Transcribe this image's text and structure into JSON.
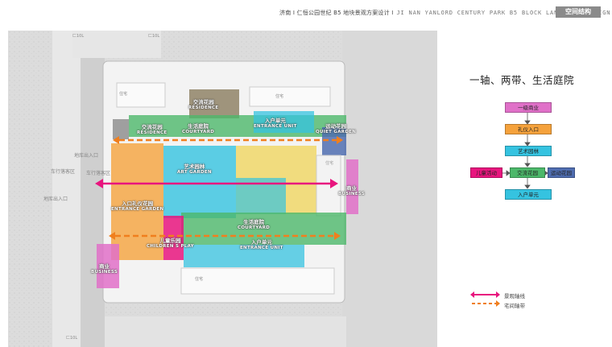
{
  "header": {
    "title_cn": "济南 I 仁恒公园世纪 B5 地块景观方案设计 I",
    "title_en": "JI NAN YANLORD CENTURY PARK B5 BLOCK LANDSCAPE DESIGN",
    "tag": "空间结构"
  },
  "diagram_title": "一轴、两带、生活庭院",
  "zones": [
    {
      "cn": "交流花园",
      "en": "RESIDENCE"
    },
    {
      "cn": "交流花园",
      "en": "RESIDENCE"
    },
    {
      "cn": "生活庭院",
      "en": "COURTYARD"
    },
    {
      "cn": "入户单元",
      "en": "ENTRANCE UNIT"
    },
    {
      "cn": "运动花园",
      "en": "QUIET GARDEN"
    },
    {
      "cn": "艺术园林",
      "en": "ART GARDEN"
    },
    {
      "cn": "商业",
      "en": "BUSINESS"
    },
    {
      "cn": "入口礼仪花园",
      "en": "ENTRANCE GARDEN"
    },
    {
      "cn": "生活庭院",
      "en": "COURTYARD"
    },
    {
      "cn": "儿童乐园",
      "en": "CHILDREN  S PLAY"
    },
    {
      "cn": "入户单元",
      "en": "ENTRANCE UNIT"
    },
    {
      "cn": "商业",
      "en": "BUSINESS"
    }
  ],
  "plan_labels": {
    "road_top1": "匚10L",
    "road_top2": "匚10L",
    "road_bottom": "匚10L",
    "house1": "住宅",
    "house2": "住宅",
    "house3": "住宅",
    "side1": "地库出入口",
    "side2": "车行落客区",
    "side3": "车行落客区",
    "side4": "地库出入口",
    "side5": "住宅"
  },
  "flow": {
    "n1": "一级商业",
    "n2": "礼仪入口",
    "n3": "艺术园林",
    "n4": "交流花园",
    "n5": "儿童活动",
    "n6": "运动花园",
    "n7": "入户单元"
  },
  "colors": {
    "pink": "#e070c8",
    "orange": "#f5a23c",
    "cyan": "#35c3e0",
    "green": "#4cb86a",
    "dblue": "#4f6db0",
    "magenta": "#e8157e",
    "axis": "#e8157e",
    "belt": "#f07f1e"
  },
  "legend": {
    "axis": "景观轴线",
    "belt": "宅间轴带"
  }
}
